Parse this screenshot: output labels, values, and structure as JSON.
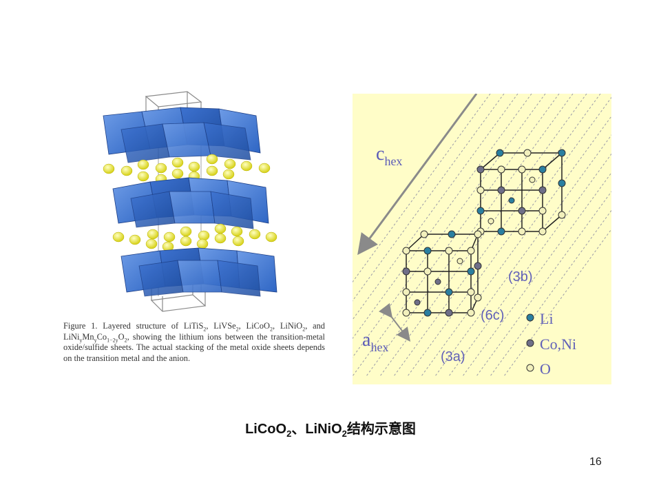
{
  "figure1": {
    "label": "Figure 1.",
    "caption_a": "Layered structure of LiTiS",
    "caption_b": ", LiVSe",
    "caption_c": ", LiCoO",
    "caption_d": ", LiNiO",
    "caption_e": ", and LiNi",
    "caption_f": "Mn",
    "caption_g": "Co",
    "caption_h": "O",
    "caption_i": ", showing the lithium ions between the transition-metal oxide/sulfide sheets. The actual stacking of the metal oxide sheets depends on the transition metal and the anion.",
    "sub_2": "2",
    "sub_y": "y",
    "sub_y2": "y",
    "sub_12y": "1−2y"
  },
  "figure2": {
    "c_axis": "c",
    "c_sub": "hex",
    "a_axis": "a",
    "a_sub": "hex",
    "site_3b": "(3b)",
    "site_6c": "(6c)",
    "site_3a": "(3a)",
    "legend": [
      {
        "label": "Li",
        "color": "#2a7fa0"
      },
      {
        "label": "Co,Ni",
        "color": "#6f6f88"
      },
      {
        "label": "O",
        "color": "#f2f0bc"
      }
    ]
  },
  "slide": {
    "title_a": "LiCoO",
    "title_sub1": "2",
    "title_b": "、LiNiO",
    "title_sub2": "2",
    "title_c": "结构示意图",
    "page_number": "16"
  }
}
